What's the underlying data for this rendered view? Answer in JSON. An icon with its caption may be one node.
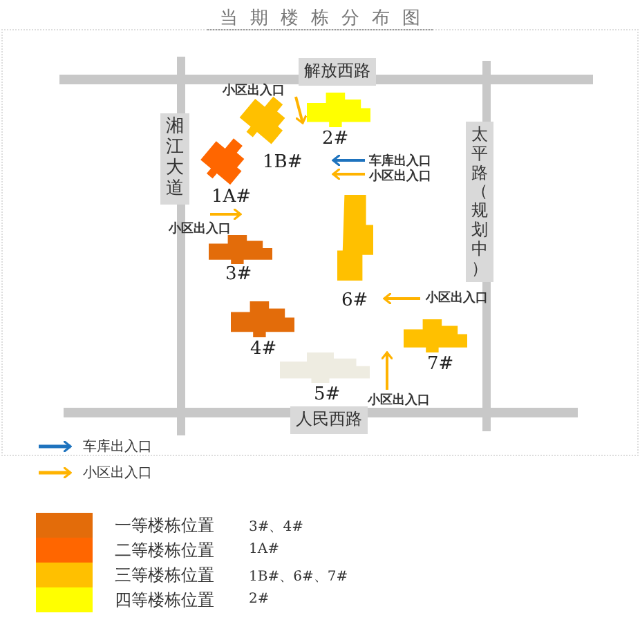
{
  "diagram": {
    "title": "当期楼栋分布图",
    "nodes": [
      {
        "text": [
          "解放西路"
        ]
      },
      {
        "text": [
          "湘江大道"
        ]
      },
      {
        "text": [
          "太平路（规划中）"
        ]
      },
      {
        "text": [
          "1B#"
        ]
      },
      {
        "text": [
          "2#"
        ]
      },
      {
        "text": [
          "1A#"
        ]
      },
      {
        "text": [
          "3#"
        ]
      },
      {
        "text": [
          "6#"
        ]
      },
      {
        "text": [
          "4#"
        ]
      },
      {
        "text": [
          "7#"
        ]
      },
      {
        "text": [
          "5#"
        ]
      },
      {
        "text": [
          "人民西路"
        ]
      }
    ],
    "labels": [
      "小区出入口",
      "车库出入口",
      "小区出入口",
      "小区出入口",
      "小区出入口",
      "小区出入口",
      "3#、4#",
      "1A#",
      "1B#、6#、7#",
      "2#"
    ],
    "legend": [
      {
        "text": "车库出入口"
      },
      {
        "text": "小区出入口"
      },
      {
        "text": "一等楼栋位置",
        "color": "#e36c0a"
      },
      {
        "text": "二等楼栋位置",
        "color": "#ff6600"
      },
      {
        "text": "三等楼栋位置",
        "color": "#ffc000"
      },
      {
        "text": "四等楼栋位置",
        "color": "#ffff00"
      }
    ]
  }
}
